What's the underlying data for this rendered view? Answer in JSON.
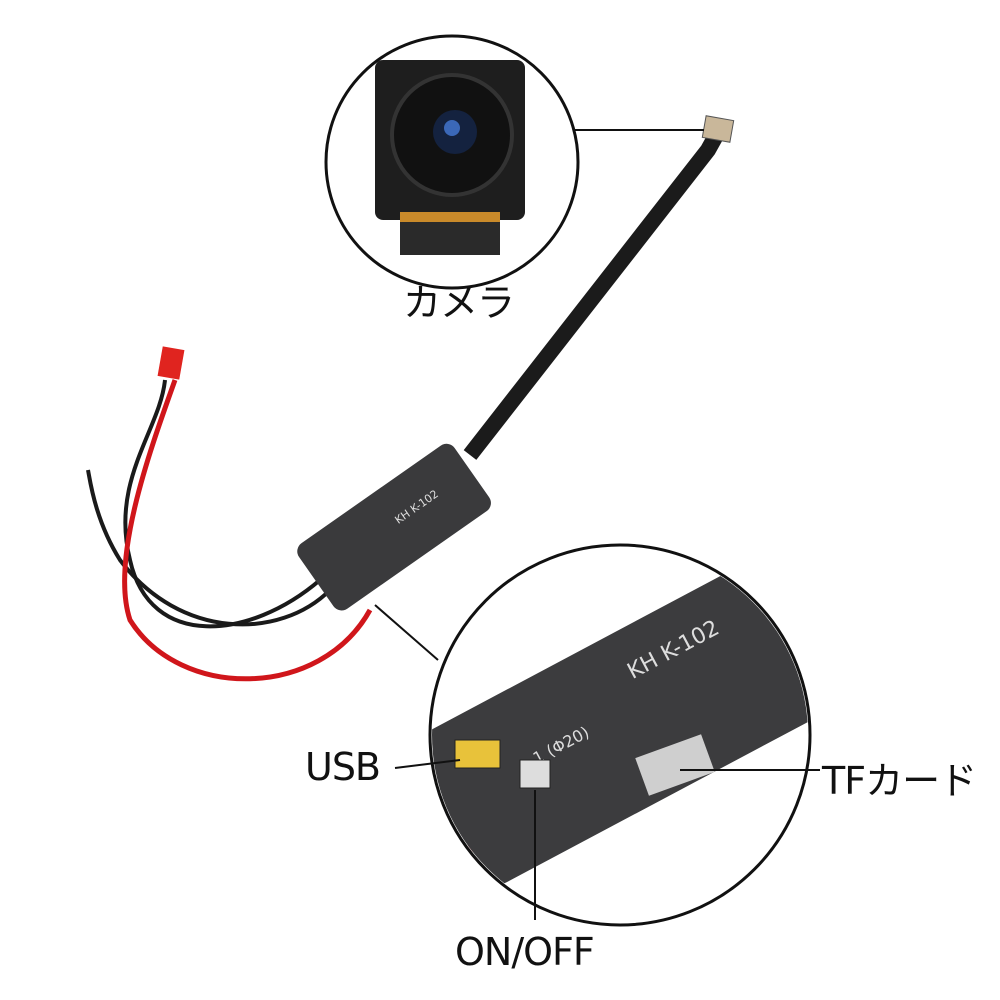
{
  "labels": {
    "camera": "カメラ",
    "usb": "USB",
    "tf_card": "TFカード",
    "on_off": "ON/OFF"
  },
  "module_markings": {
    "model": "KH K-102",
    "lens": "-1 (Φ20)"
  },
  "colors": {
    "module": "#3a3a3c",
    "red_wire": "#d0161b",
    "black_wire": "#1a1a1a",
    "connector": "#e0241f"
  }
}
